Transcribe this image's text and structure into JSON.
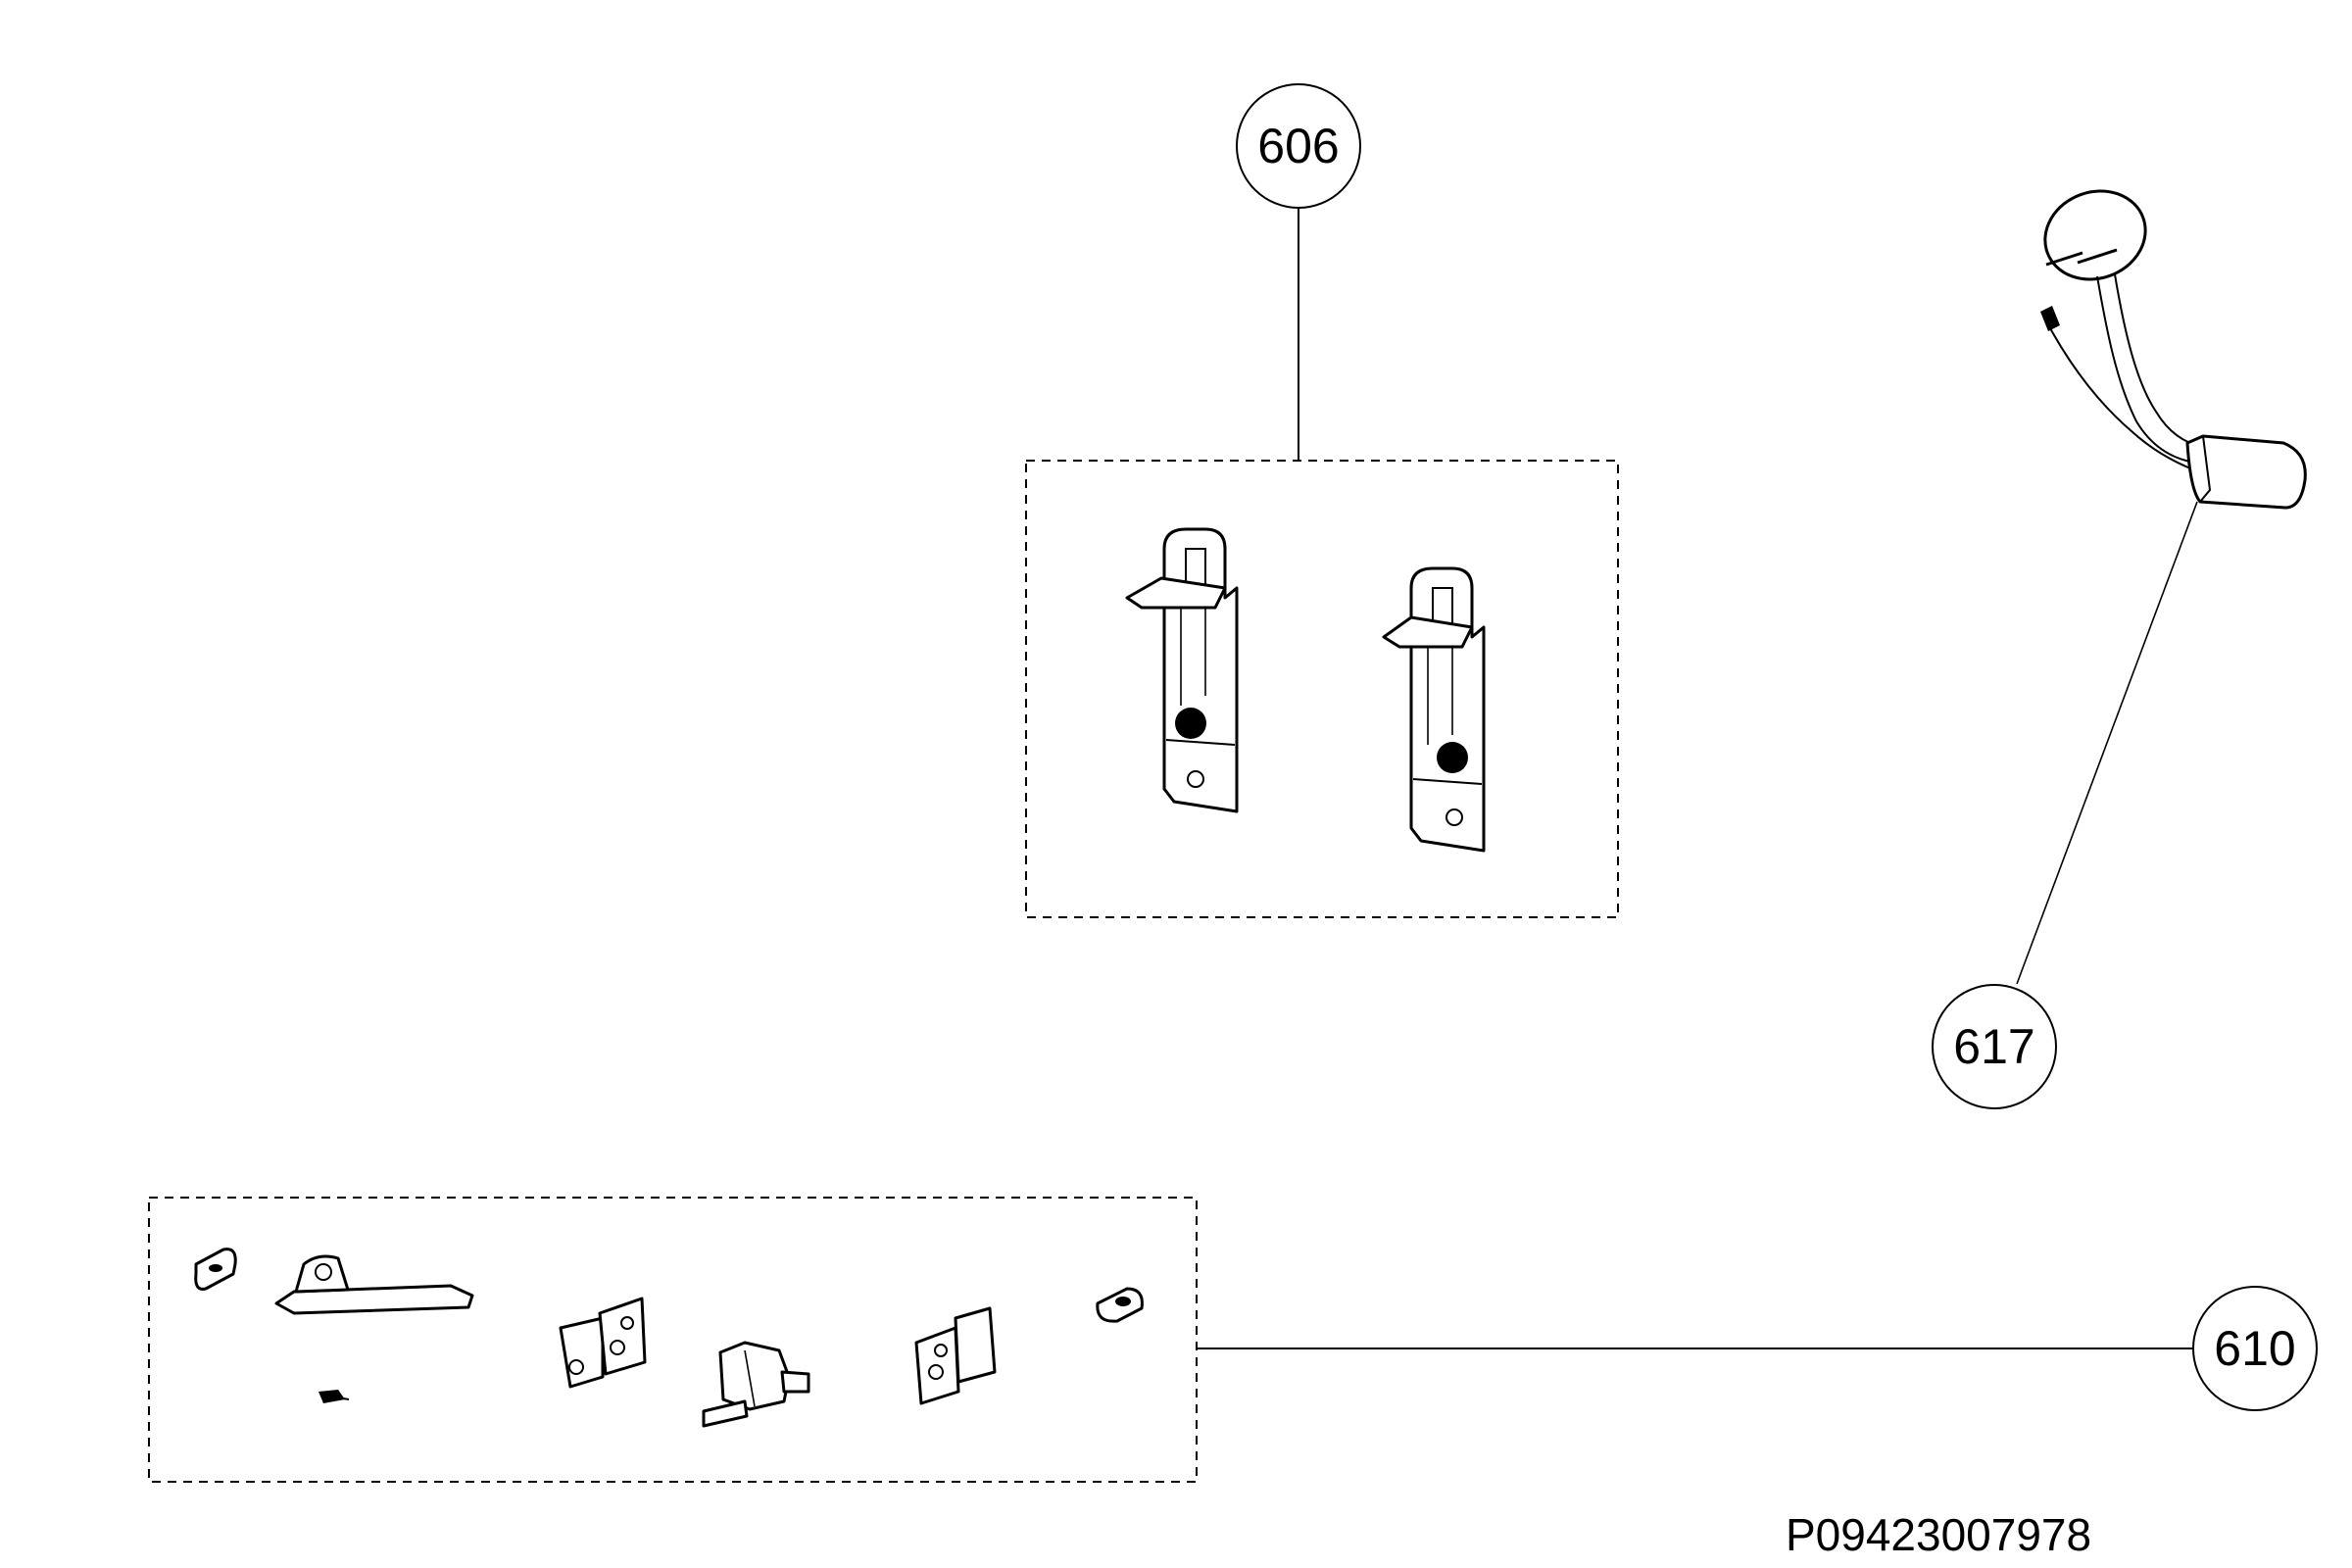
{
  "callouts": {
    "c606": "606",
    "c617": "617",
    "c610": "610"
  },
  "document_number": "P09423007978",
  "icons": [
    "door-hinge-bracket-icon",
    "plug-cable-sensor-icon",
    "hinge-hardware-kit-icon"
  ],
  "colors": {
    "line": "#000000",
    "background": "#ffffff"
  }
}
